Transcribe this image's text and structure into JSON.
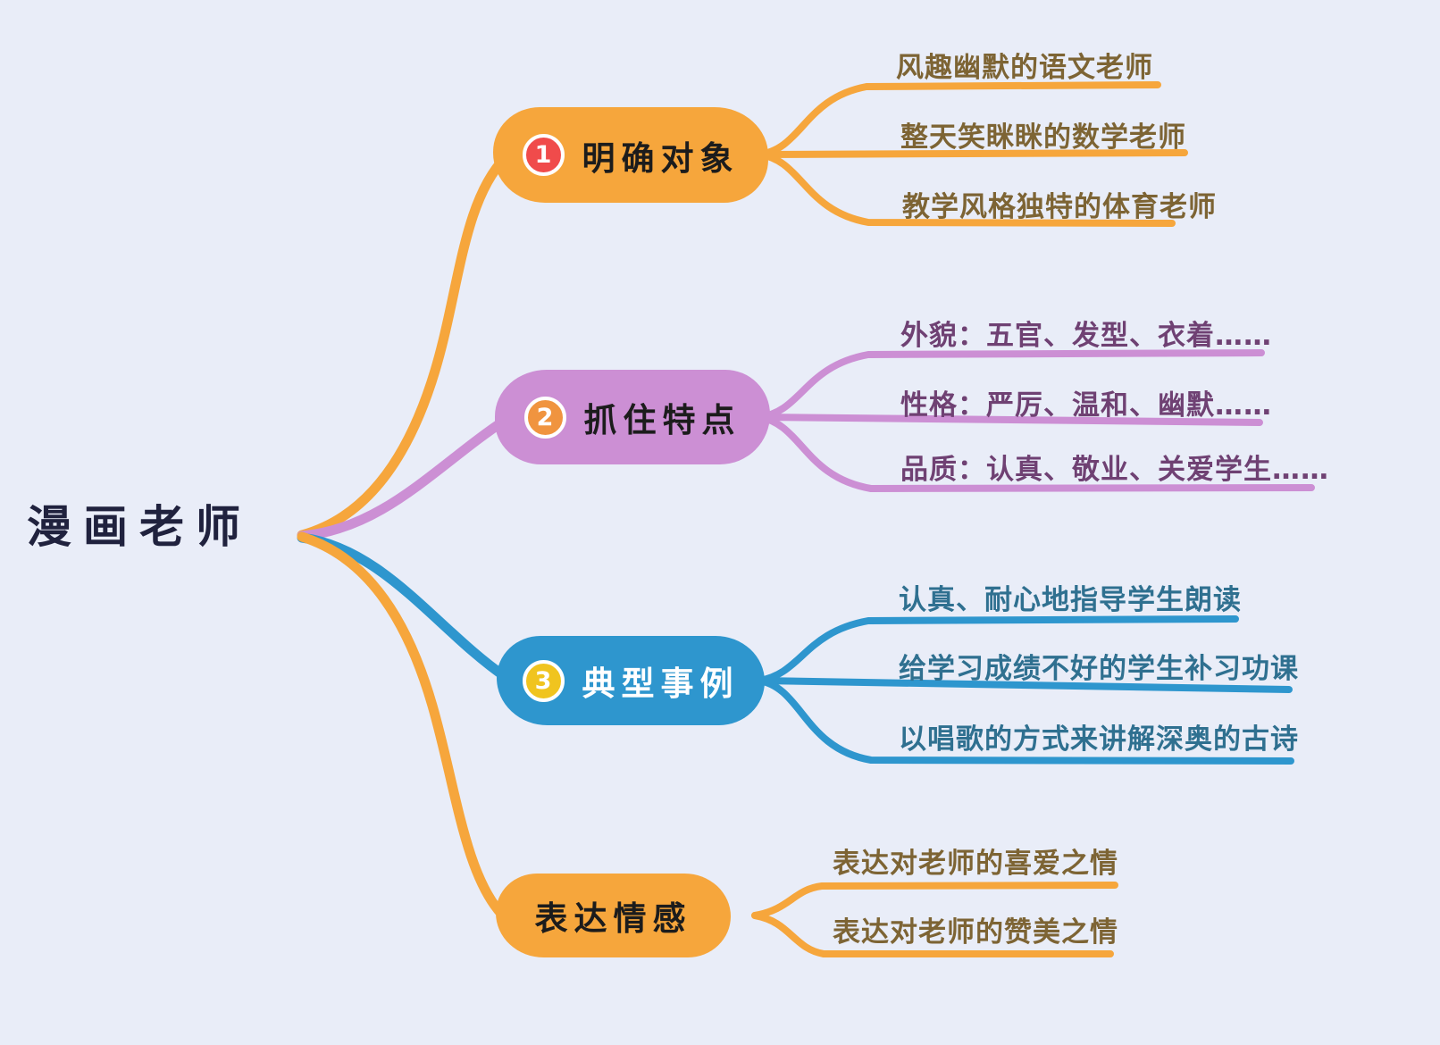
{
  "root": {
    "label": "漫画老师"
  },
  "colors": {
    "background": "#E9EDF8",
    "root_text": "#20223E",
    "orange": "#F6A63C",
    "purple": "#CC8FD4",
    "blue": "#2E96CE",
    "badge_red": "#F04B4B",
    "badge_orange": "#F0943F",
    "badge_yellow": "#F0C41F",
    "orange_child_text": "#7D6434",
    "purple_child_text": "#6F4173",
    "blue_child_text": "#2F7090"
  },
  "branches": [
    {
      "badge": "1",
      "label": "明确对象",
      "color": "#F6A63C",
      "children": [
        "风趣幽默的语文老师",
        "整天笑眯眯的数学老师",
        "教学风格独特的体育老师"
      ]
    },
    {
      "badge": "2",
      "label": "抓住特点",
      "color": "#CC8FD4",
      "children": [
        "外貌：五官、发型、衣着……",
        "性格：严厉、温和、幽默……",
        "品质：认真、敬业、关爱学生……"
      ]
    },
    {
      "badge": "3",
      "label": "典型事例",
      "color": "#2E96CE",
      "children": [
        "认真、耐心地指导学生朗读",
        "给学习成绩不好的学生补习功课",
        "以唱歌的方式来讲解深奥的古诗"
      ]
    },
    {
      "badge": "",
      "label": "表达情感",
      "color": "#F6A63C",
      "children": [
        "表达对老师的喜爱之情",
        "表达对老师的赞美之情"
      ]
    }
  ]
}
